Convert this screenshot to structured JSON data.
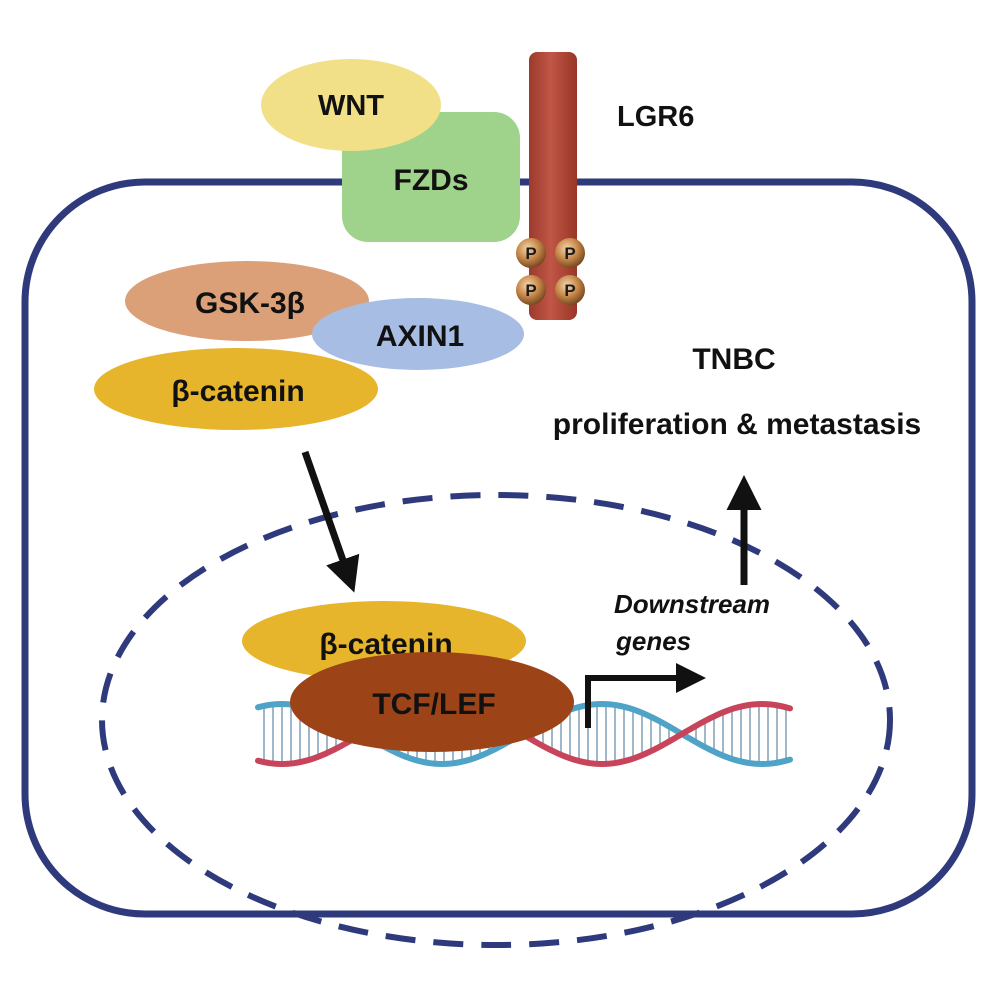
{
  "labels": {
    "wnt": "WNT",
    "fzds": "FZDs",
    "lgr6": "LGR6",
    "gsk3b": "GSK-3β",
    "axin1": "AXIN1",
    "beta_catenin_cytoplasm": "β-catenin",
    "beta_catenin_nucleus": "β-catenin",
    "tcf_lef": "TCF/LEF",
    "phospho": [
      "P",
      "P",
      "P",
      "P"
    ],
    "downstream_line1": "Downstream",
    "downstream_line2": "genes",
    "outcome_title": "TNBC",
    "outcome_subtitle": "proliferation & metastasis"
  },
  "colors": {
    "cell_membrane": "#2e3a7c",
    "nucleus_membrane": "#2e3a7c",
    "wnt": "#f2e088",
    "fzds": "#9fd28a",
    "lgr6": "#b5493a",
    "phospho": "#b87a3c",
    "gsk3b": "#dba078",
    "axin1": "#a8bde3",
    "beta_catenin": "#e6b52c",
    "tcf_lef": "#9c4318",
    "dna_red": "#c8445a",
    "dna_blue": "#4fa3c7",
    "arrow": "#111111"
  }
}
